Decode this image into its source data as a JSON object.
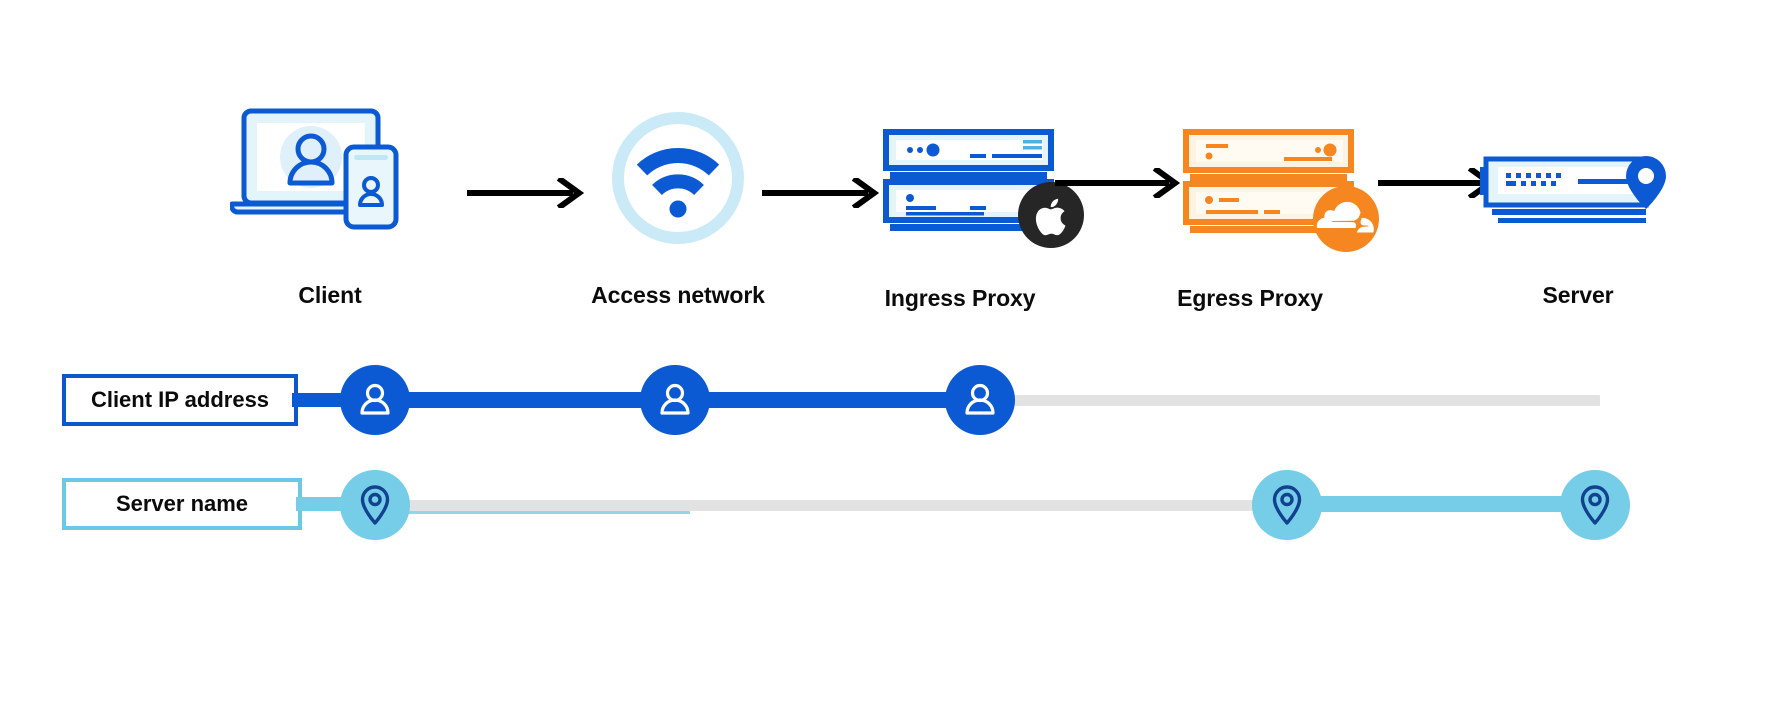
{
  "diagram": {
    "title": "Client to server request path with proxies",
    "colors": {
      "blue": "#0c5ad3",
      "blue_dark": "#0a4bb5",
      "light_blue": "#bfe7f5",
      "pale_blue": "#e3f4fb",
      "cyan": "#76cde7",
      "cyan_line": "#8ed6ea",
      "orange": "#f6861f",
      "orange_pale": "#fdf3e2",
      "gray_track": "#e2e2e2",
      "black": "#0b0b0b",
      "apple_black": "#262626",
      "navy": "#123f8c"
    },
    "flow": {
      "steps": [
        {
          "id": "client",
          "label": "Client",
          "icon": "laptop-phone-user-icon",
          "badge": null
        },
        {
          "id": "access-network",
          "label": "Access network",
          "icon": "wifi-circle-icon",
          "badge": null
        },
        {
          "id": "ingress-proxy",
          "label": "Ingress Proxy",
          "icon": "server-stack-blue-icon",
          "badge": "apple-logo-badge"
        },
        {
          "id": "egress-proxy",
          "label": "Egress Proxy",
          "icon": "server-stack-orange-icon",
          "badge": "cloudflare-logo-badge"
        },
        {
          "id": "server",
          "label": "Server",
          "icon": "server-rack-icon",
          "badge": "map-pin-badge"
        }
      ],
      "connectors": [
        {
          "id": "arrow-client-to-access",
          "from": "client",
          "to": "access-network"
        },
        {
          "id": "arrow-access-to-ingress",
          "from": "access-network",
          "to": "ingress-proxy"
        },
        {
          "id": "arrow-ingress-to-egress",
          "from": "ingress-proxy",
          "to": "egress-proxy"
        },
        {
          "id": "arrow-egress-to-server",
          "from": "egress-proxy",
          "to": "server"
        }
      ]
    },
    "timelines": [
      {
        "id": "client-ip-address",
        "label": "Client IP address",
        "accent": "#0c5ad3",
        "node_icon": "person-icon",
        "nodes": [
          {
            "id": "client-ip-node-client",
            "at": "client"
          },
          {
            "id": "client-ip-node-access",
            "at": "access-network"
          },
          {
            "id": "client-ip-node-ingress",
            "at": "ingress-proxy"
          }
        ],
        "visible_span": "Client → Ingress Proxy",
        "hidden_span": "Egress Proxy → Server"
      },
      {
        "id": "server-name",
        "label": "Server name",
        "accent": "#76cde7",
        "node_icon": "map-pin-icon",
        "nodes": [
          {
            "id": "server-name-node-client",
            "at": "client"
          },
          {
            "id": "server-name-node-egress",
            "at": "egress-proxy"
          },
          {
            "id": "server-name-node-server",
            "at": "server"
          }
        ],
        "visible_span": "Client, then Egress Proxy → Server",
        "hidden_span": "Access network → Ingress Proxy"
      }
    ]
  }
}
